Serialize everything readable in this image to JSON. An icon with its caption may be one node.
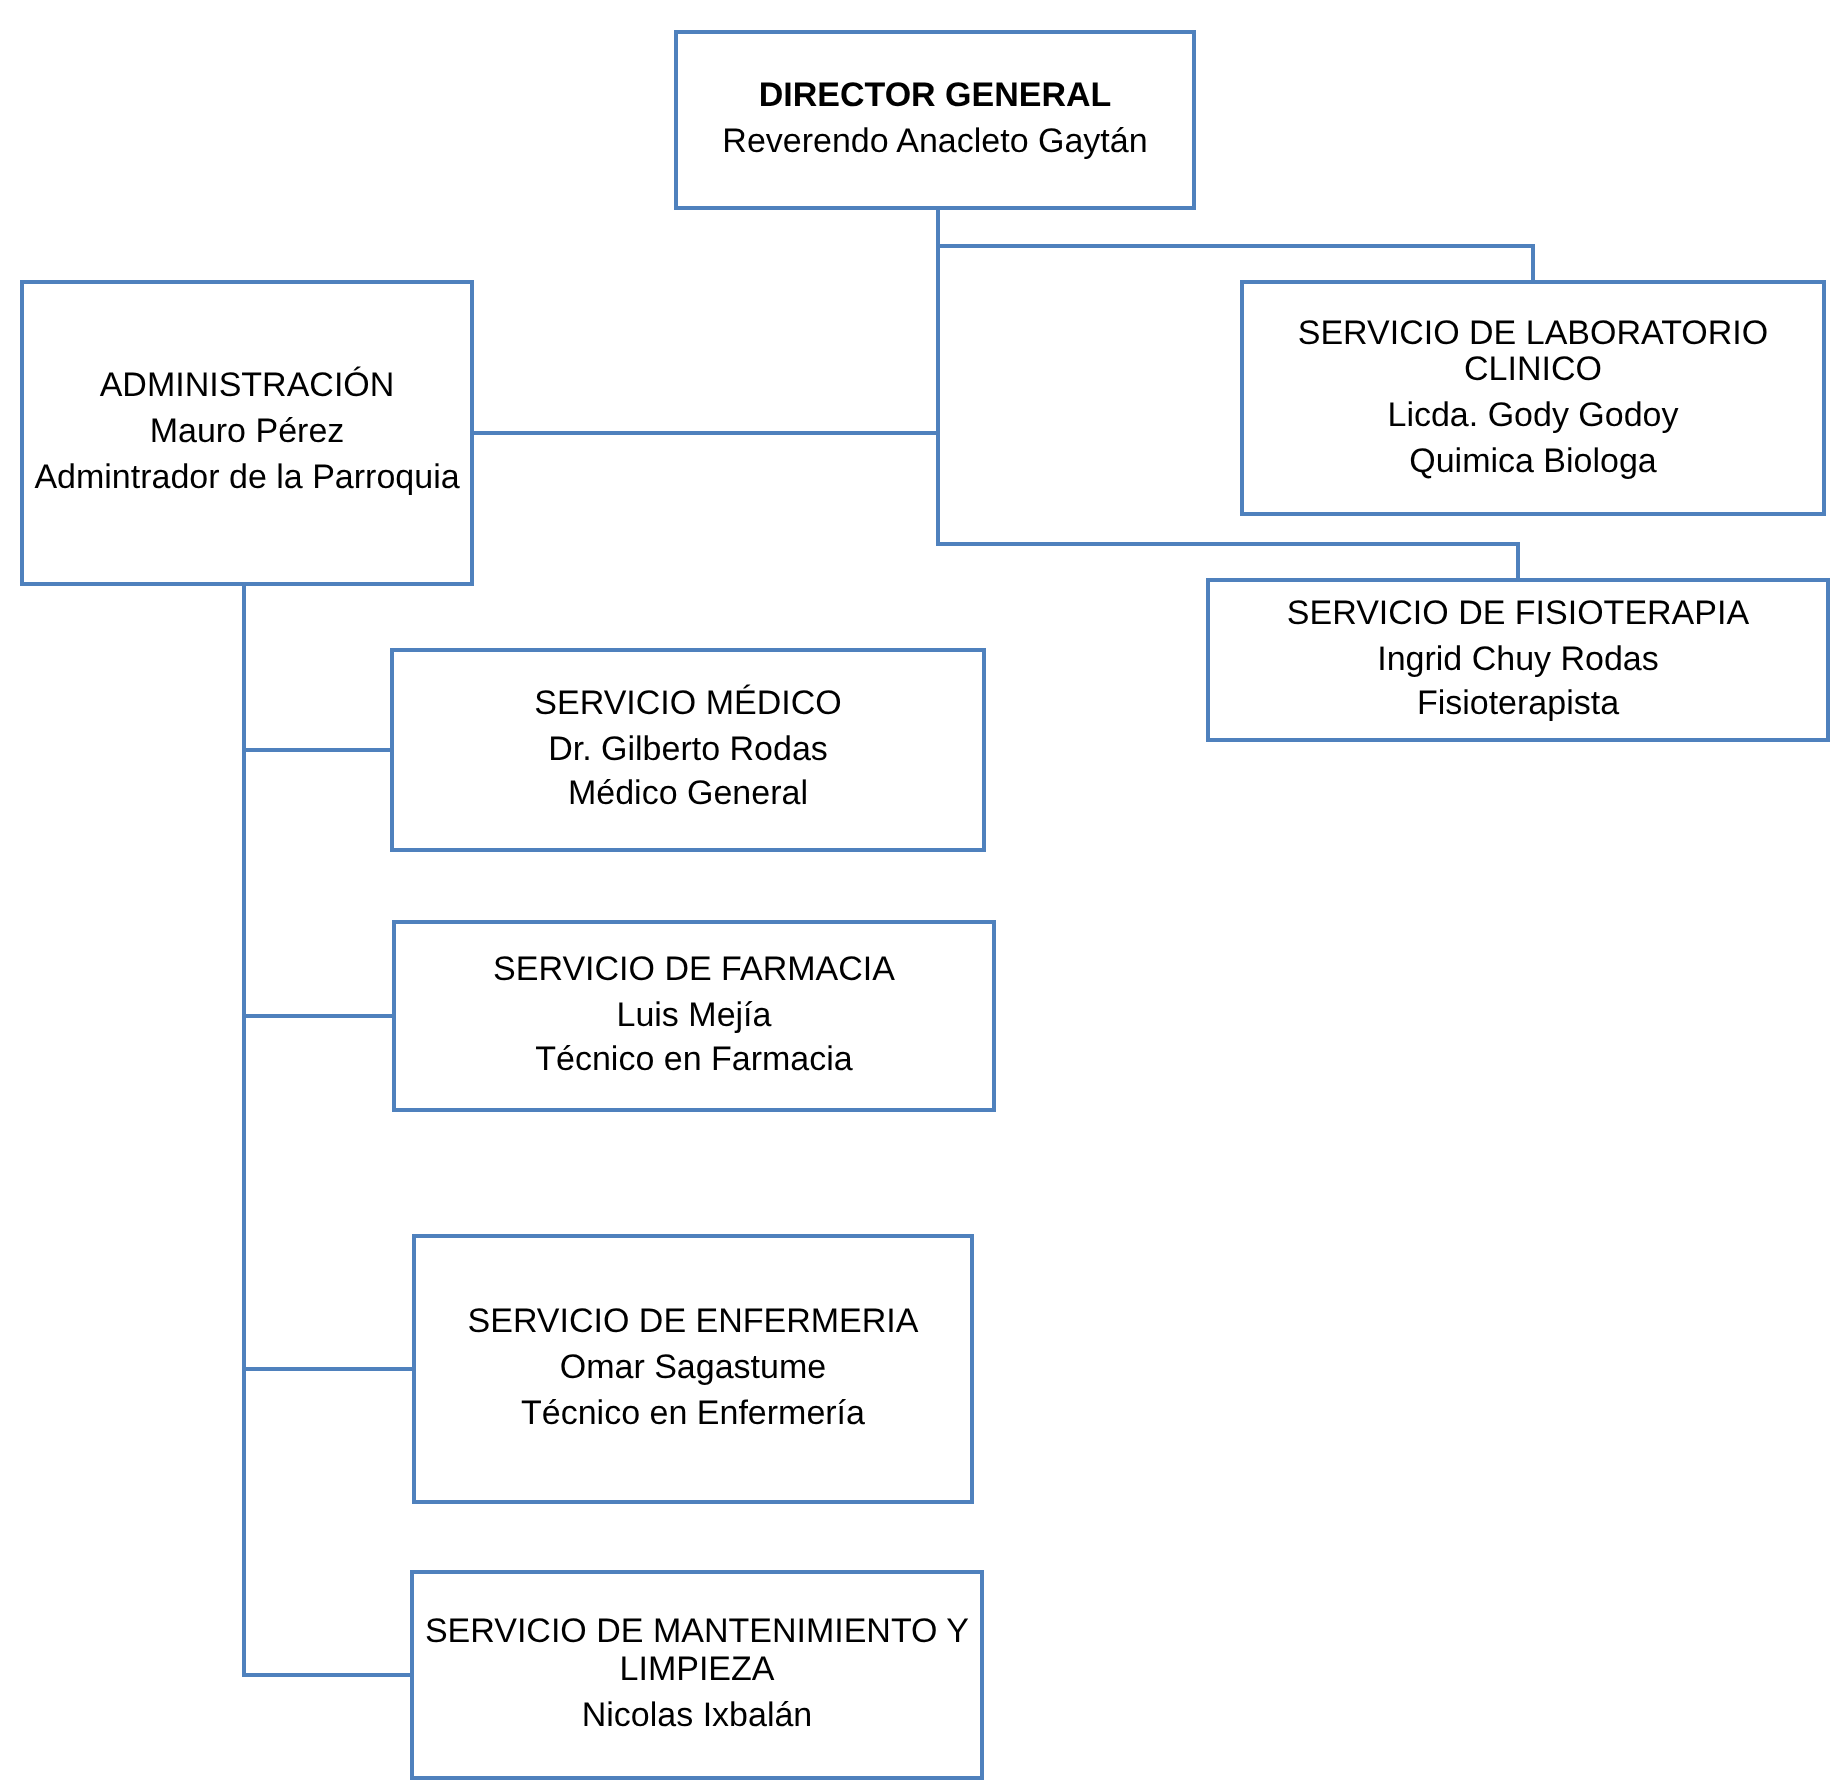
{
  "diagram": {
    "nodes": [
      {
        "text": [
          "DIRECTOR GENERAL",
          "Reverendo Anacleto Gaytán"
        ]
      },
      {
        "text": [
          "ADMINISTRACIÓN",
          "Mauro Pérez",
          "Admintrador de la Parroquia"
        ]
      },
      {
        "text": [
          "SERVICIO DE LABORATORIO CLINICO",
          "Licda. Gody Godoy",
          "Quimica Biologa"
        ]
      },
      {
        "text": [
          "SERVICIO DE FISIOTERAPIA",
          "Ingrid Chuy Rodas",
          "Fisioterapista"
        ]
      },
      {
        "text": [
          "SERVICIO MÉDICO",
          "Dr. Gilberto Rodas",
          "Médico General"
        ]
      },
      {
        "text": [
          "SERVICIO DE FARMACIA",
          "Luis Mejía",
          "Técnico en Farmacia"
        ]
      },
      {
        "text": [
          "SERVICIO DE ENFERMERIA",
          "Omar Sagastume",
          "Técnico en Enfermería"
        ]
      },
      {
        "text": [
          "SERVICIO DE MANTENIMIENTO Y LIMPIEZA",
          "Nicolas Ixbalán"
        ]
      }
    ],
    "edges": [
      {
        "from": 0,
        "to": 1,
        "arrow": "none"
      },
      {
        "from": 0,
        "to": 2,
        "arrow": "none"
      },
      {
        "from": 0,
        "to": 3,
        "arrow": "none"
      },
      {
        "from": 1,
        "to": 4,
        "arrow": "none"
      },
      {
        "from": 1,
        "to": 5,
        "arrow": "none"
      },
      {
        "from": 1,
        "to": 6,
        "arrow": "none"
      },
      {
        "from": 1,
        "to": 7,
        "arrow": "none"
      }
    ]
  }
}
